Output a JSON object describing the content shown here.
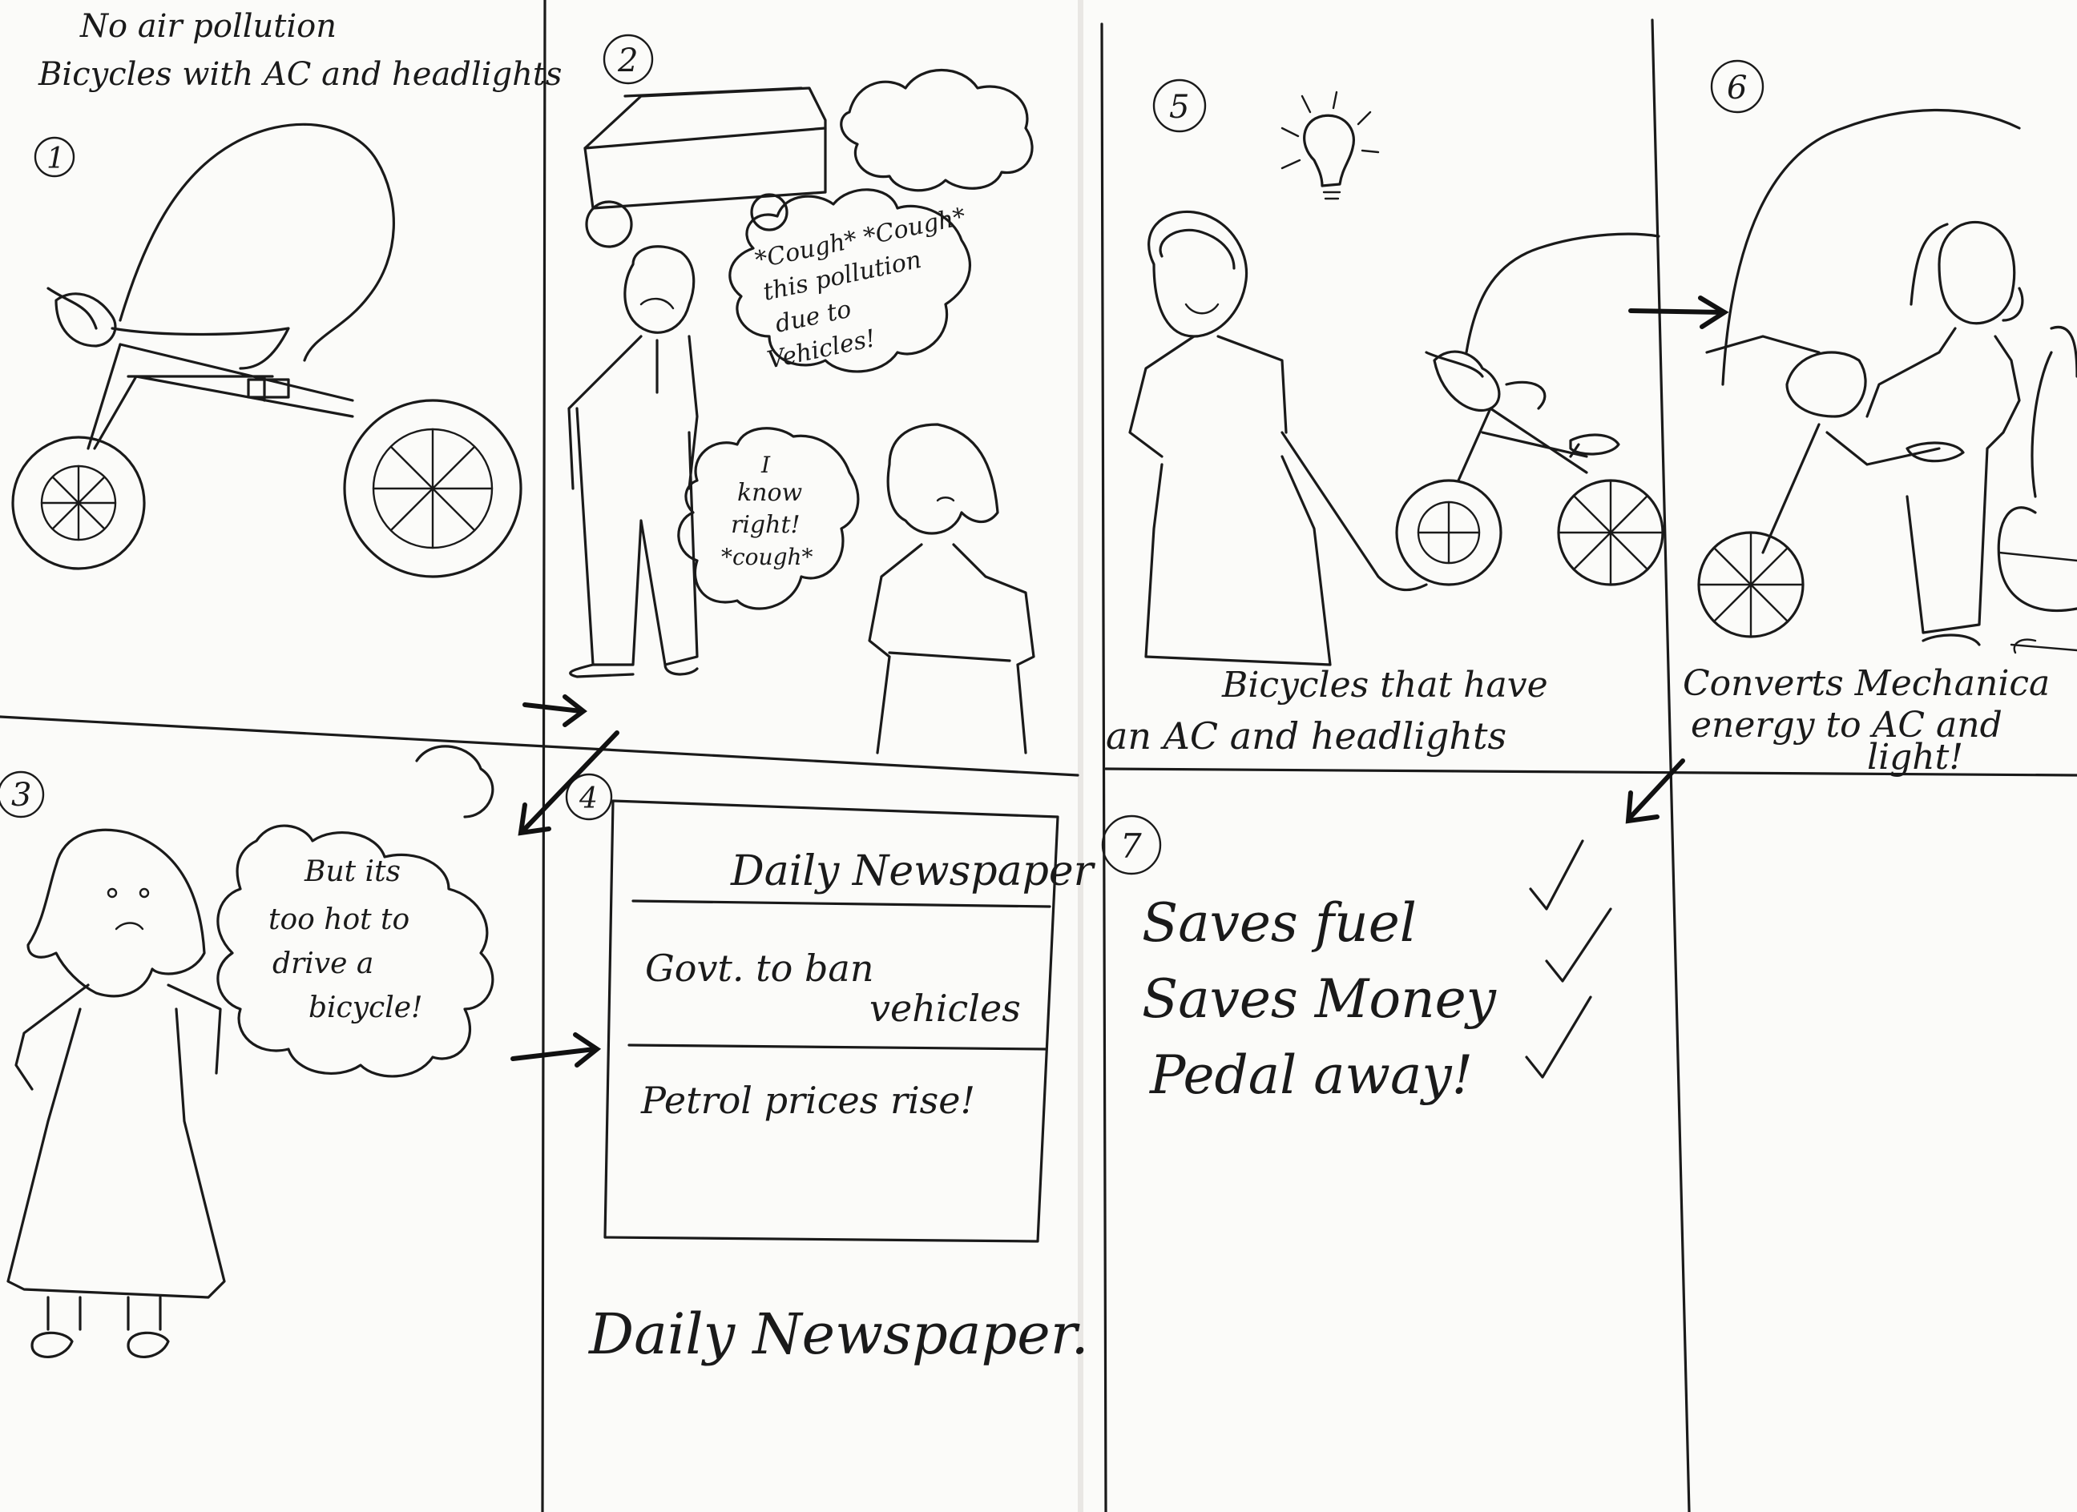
{
  "header": {
    "line1": "No air pollution",
    "line2": "Bicycles with AC and headlights"
  },
  "panels": [
    {
      "number": "1"
    },
    {
      "number": "2",
      "speech_1": [
        "*Cough* *Cough*",
        "this pollution",
        "due to",
        "Vehicles!"
      ],
      "speech_2": [
        "I",
        "know",
        "right!",
        "*cough*"
      ]
    },
    {
      "number": "3",
      "speech": [
        "But its",
        "too hot to",
        "drive a",
        "bicycle!"
      ]
    },
    {
      "number": "4",
      "newspaper_title": "Daily Newspaper",
      "headline_1": [
        "Govt. to ban",
        "vehicles"
      ],
      "headline_2": "Petrol prices rise!",
      "caption": "Daily Newspaper."
    },
    {
      "number": "5",
      "caption_line1": "Bicycles that have",
      "caption_line2": "an AC and headlights"
    },
    {
      "number": "6",
      "caption_line1": "Converts Mechanica",
      "caption_line2": "energy to AC and",
      "caption_line3": "light!"
    },
    {
      "number": "7",
      "list": [
        "Saves fuel",
        "Saves Money",
        "Pedal away!"
      ]
    }
  ],
  "colors": {
    "ink": "#1a1a1a",
    "paper": "#fbfbf9",
    "background": "#e9e7e4"
  }
}
